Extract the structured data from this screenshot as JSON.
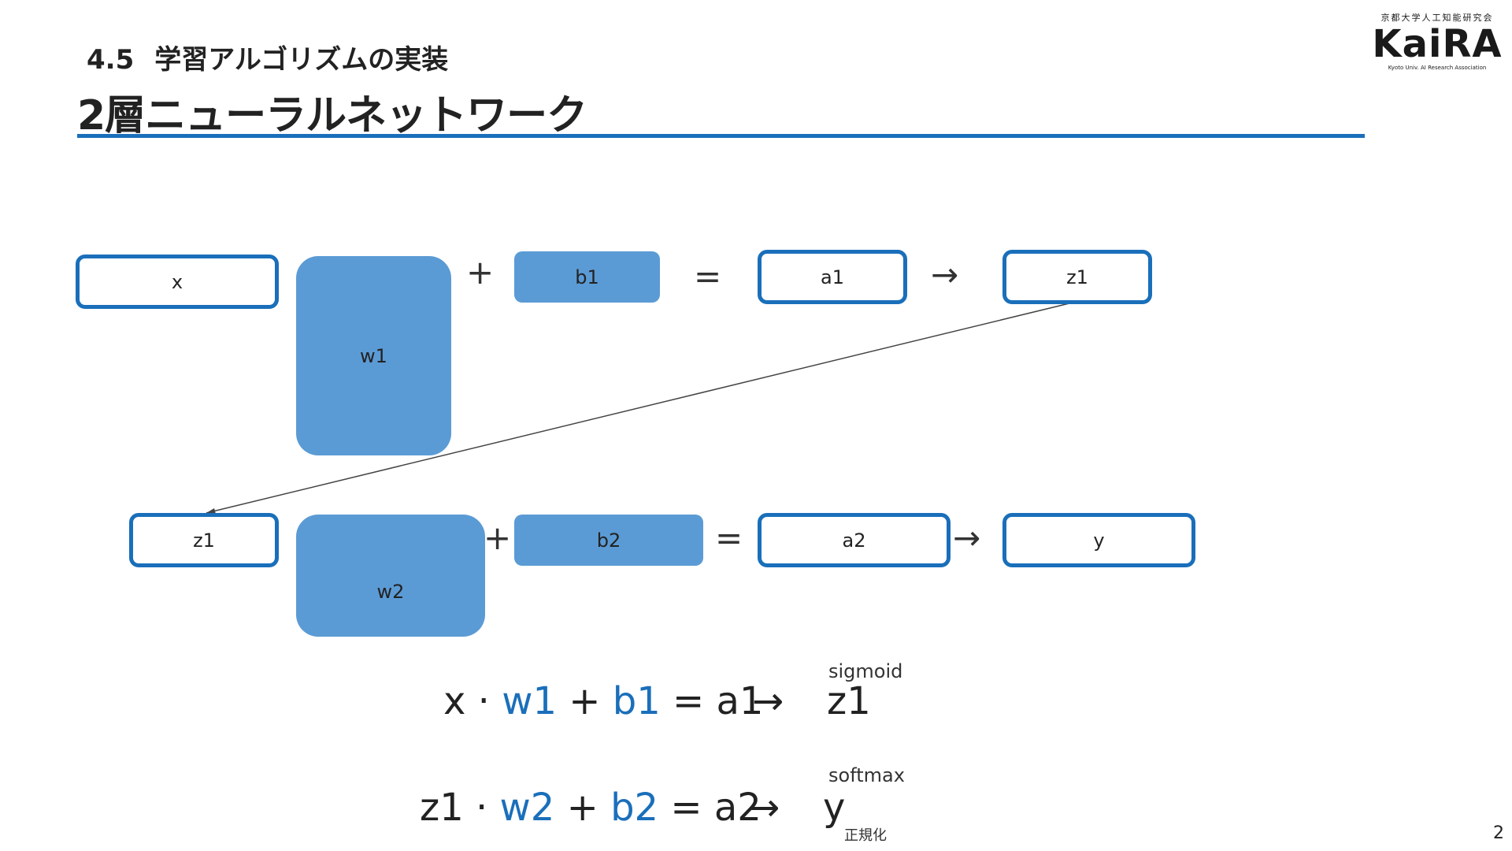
{
  "header": {
    "section_number": "4.5",
    "section_title": "学習アルゴリズムの実装",
    "page_title": "2層ニューラルネットワーク"
  },
  "logo": {
    "top_text": "京都大学人工知能研究会",
    "main_text": "KaiRA",
    "sub_text": "Kyoto Univ. AI Research Association"
  },
  "layer1": {
    "input": "x",
    "weight": "w1",
    "plus": "+",
    "bias": "b1",
    "equals": "=",
    "pre_activation": "a1",
    "arrow": "→",
    "output": "z1"
  },
  "layer2": {
    "input": "z1",
    "weight": "w2",
    "plus": "+",
    "bias": "b2",
    "equals": "=",
    "pre_activation": "a2",
    "arrow": "→",
    "output": "y"
  },
  "equation1": {
    "x": "x",
    "dot": "·",
    "w": "w1",
    "plus": "+",
    "b": "b1",
    "eq": "= a1",
    "arrow": "→",
    "result": "z1",
    "activation": "sigmoid"
  },
  "equation2": {
    "x": "z1",
    "dot": "·",
    "w": "w2",
    "plus": "+",
    "b": "b2",
    "eq": "= a2",
    "arrow": "→",
    "result": "y",
    "activation": "softmax",
    "note": "正規化"
  },
  "page_number": "2",
  "colors": {
    "accent": "#1a6fba",
    "fill": "#5b9bd5"
  }
}
